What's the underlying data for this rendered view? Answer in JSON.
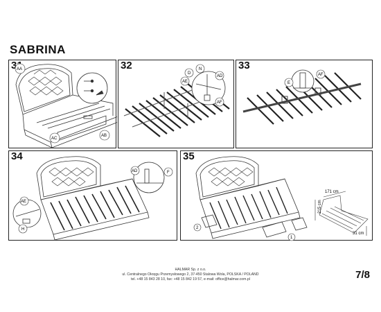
{
  "document": {
    "title": "SABRINA",
    "page_number": "7/8"
  },
  "steps": [
    {
      "number": "31",
      "callouts": [
        "AA",
        "AB",
        "AC"
      ]
    },
    {
      "number": "32",
      "callouts": [
        "N",
        "D",
        "AD",
        "AE",
        "AF"
      ]
    },
    {
      "number": "33",
      "callouts": [
        "E",
        "AF"
      ]
    },
    {
      "number": "34",
      "callouts": [
        "AD",
        "F",
        "AE",
        "H"
      ]
    },
    {
      "number": "35",
      "callouts": [
        "2",
        "1"
      ],
      "dimensions": [
        "171 cm",
        "215 cm",
        "31 cm"
      ]
    }
  ],
  "footer": {
    "company": "HALMAR Sp. z o.o.",
    "address": "ul. Centralnego Okręgu Przemysłowego 2, 37-450 Stalowa Wola, POLSKA / POLAND",
    "contact": "tel. +48 15 843 28 10, fax: +48 15 842 19 57, e-mail: office@halmar.com.pl"
  }
}
